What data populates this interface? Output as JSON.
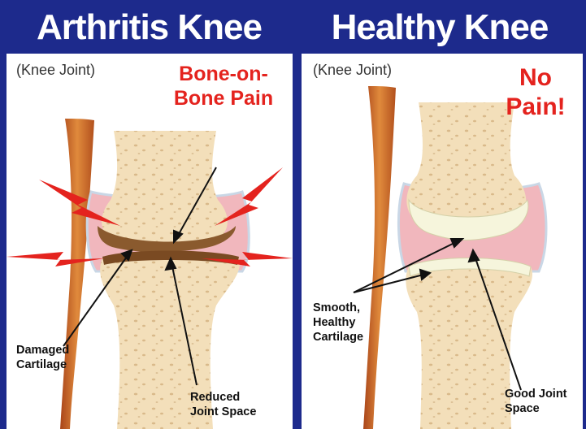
{
  "left_panel": {
    "title": "Arthritis Knee",
    "subtitle": "(Knee Joint)",
    "pain_text": "Bone-on-\nBone Pain",
    "labels": {
      "damaged_cartilage": "Damaged\nCartilage",
      "reduced_space": "Reduced\nJoint Space"
    }
  },
  "right_panel": {
    "title": "Healthy Knee",
    "subtitle": "(Knee Joint)",
    "pain_text": "No\nPain!",
    "labels": {
      "smooth_cartilage": "Smooth,\nHealthy\nCartilage",
      "good_space": "Good Joint\nSpace"
    }
  },
  "colors": {
    "background": "#1d2a8c",
    "pain_red": "#e4231e",
    "bone": "#f3dfba",
    "muscle": "#c9611f",
    "capsule": "#f1b7bd",
    "damaged_cartilage": "#8a5a2e",
    "healthy_cartilage": "#f6f5dc"
  }
}
